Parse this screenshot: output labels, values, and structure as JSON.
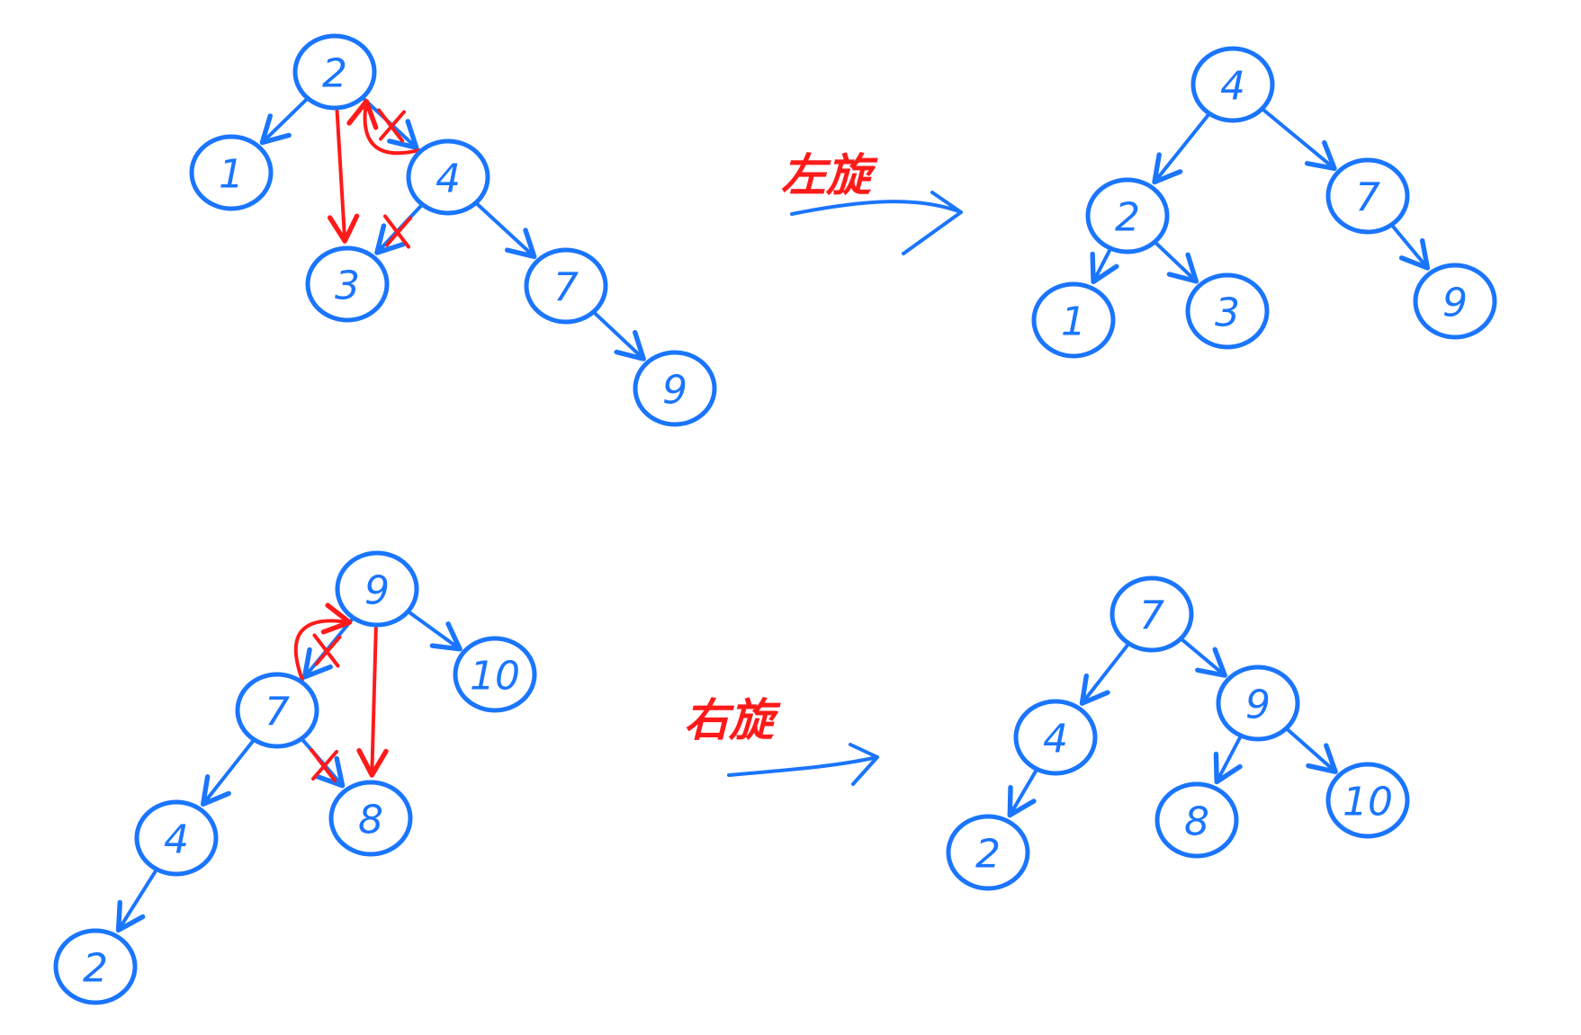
{
  "colors": {
    "node": "#1a75ff",
    "rotation": "#ff1a1a"
  },
  "labels": {
    "left_rotation": "左旋",
    "right_rotation": "右旋"
  },
  "diagrams": {
    "left_before": {
      "nodes": [
        "2",
        "1",
        "4",
        "3",
        "7",
        "9"
      ],
      "edges": [
        [
          "2",
          "1"
        ],
        [
          "2",
          "4"
        ],
        [
          "4",
          "3"
        ],
        [
          "4",
          "7"
        ],
        [
          "7",
          "9"
        ]
      ],
      "rotation_links": [
        [
          "4",
          "2"
        ],
        [
          "2",
          "3"
        ]
      ],
      "removed_links": [
        [
          "2",
          "4"
        ],
        [
          "4",
          "3"
        ]
      ]
    },
    "left_after": {
      "nodes": [
        "4",
        "2",
        "7",
        "1",
        "3",
        "9"
      ],
      "edges": [
        [
          "4",
          "2"
        ],
        [
          "4",
          "7"
        ],
        [
          "2",
          "1"
        ],
        [
          "2",
          "3"
        ],
        [
          "7",
          "9"
        ]
      ]
    },
    "right_before": {
      "nodes": [
        "9",
        "7",
        "10",
        "4",
        "8",
        "2"
      ],
      "edges": [
        [
          "9",
          "7"
        ],
        [
          "9",
          "10"
        ],
        [
          "7",
          "4"
        ],
        [
          "7",
          "8"
        ],
        [
          "4",
          "2"
        ]
      ],
      "rotation_links": [
        [
          "7",
          "9"
        ],
        [
          "9",
          "8"
        ]
      ],
      "removed_links": [
        [
          "9",
          "7"
        ],
        [
          "7",
          "8"
        ]
      ]
    },
    "right_after": {
      "nodes": [
        "7",
        "4",
        "9",
        "2",
        "8",
        "10"
      ],
      "edges": [
        [
          "7",
          "4"
        ],
        [
          "7",
          "9"
        ],
        [
          "4",
          "2"
        ],
        [
          "9",
          "8"
        ],
        [
          "9",
          "10"
        ]
      ]
    }
  }
}
